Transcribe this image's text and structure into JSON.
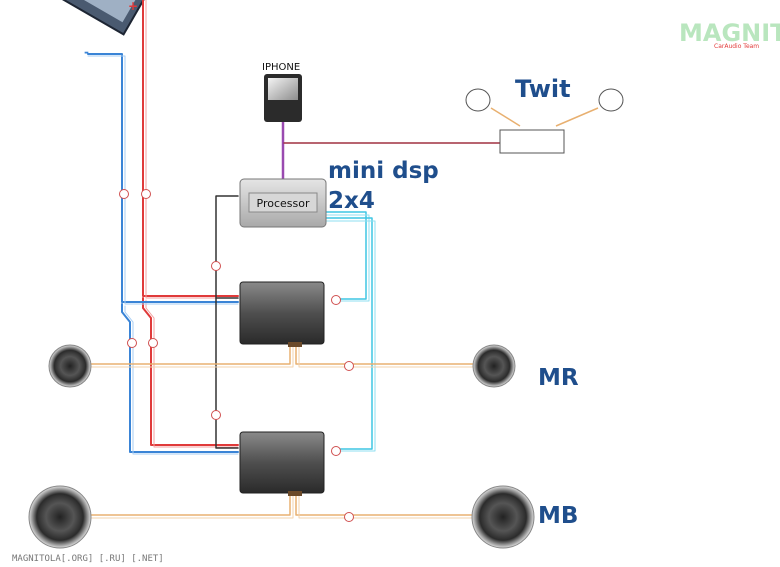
{
  "labels": {
    "iphone": "IPHONE",
    "processor": "Processor",
    "minidsp_line1": "mini dsp",
    "minidsp_line2": "2x4",
    "twit": "Twit",
    "mr": "MR",
    "mb": "MB",
    "footer": "MAGNITOLA[.ORG] [.RU] [.NET]",
    "logo": "MAGNITOLA",
    "logo_sub": "CarAudio Team",
    "battery_plus": "+",
    "battery_minus": "-"
  },
  "colors": {
    "power": "#e03a3a",
    "ground": "#3a84d6",
    "signal_rca": "#3ec6e4",
    "speaker": "#e8b070",
    "usb": "#9a4ab0",
    "remote": "#333333",
    "label_blue": "#1f4e8c",
    "logo_green": "#9fdca8",
    "logo_red": "#e23b3b"
  },
  "icons": {
    "battery": "battery-icon",
    "phone": "phone-icon",
    "processor": "processor-icon",
    "amplifier": "amplifier-icon",
    "speaker": "speaker-icon",
    "tweeter": "tweeter-icon"
  }
}
